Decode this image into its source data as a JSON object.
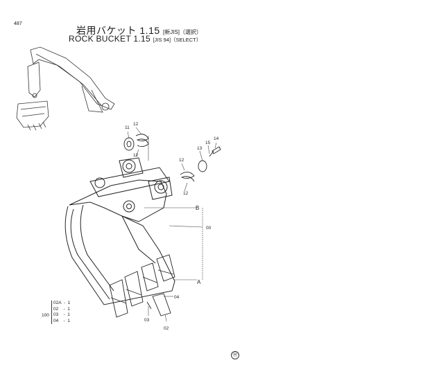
{
  "page_number": "487",
  "title": {
    "jp_main": "岩用バケット 1.15",
    "jp_sub": "[新JIS]（選択）",
    "en_main": "ROCK  BUCKET  1.15",
    "en_sub": "[JIS 94]（SELECT）"
  },
  "callouts": {
    "c11": "11",
    "c12a": "12",
    "c12b": "12",
    "c12c": "12",
    "c12d": "12",
    "c13": "13",
    "c14": "14",
    "c15": "15",
    "c00": "00",
    "c02": "02",
    "c03": "03",
    "c04": "04",
    "ref_a": "A",
    "ref_b": "B"
  },
  "parts_list": {
    "key": "100",
    "rows": [
      {
        "part": "02A",
        "qty": "1"
      },
      {
        "part": "02",
        "qty": "1"
      },
      {
        "part": "03",
        "qty": "1"
      },
      {
        "part": "04",
        "qty": "1"
      }
    ]
  },
  "mark": "Ⓗ"
}
